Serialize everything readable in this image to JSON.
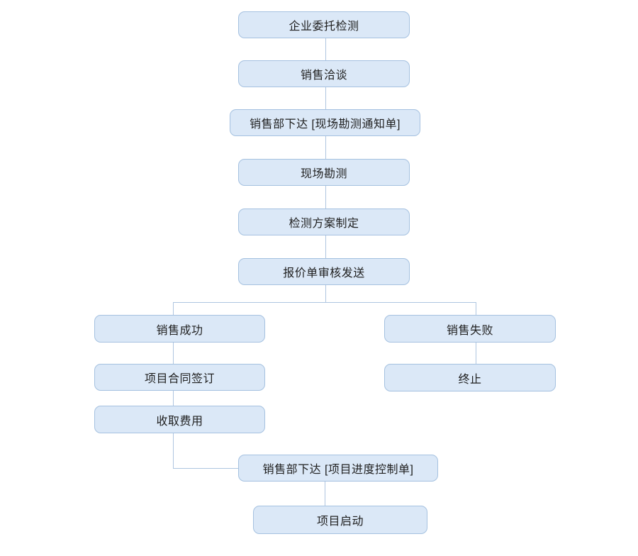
{
  "diagram": {
    "type": "flowchart",
    "colors": {
      "node_fill": "#dbe8f7",
      "node_border": "#a5c1e0",
      "connector": "#aec5e0",
      "text": "#1f1f1f",
      "background": "#ffffff"
    },
    "nodes": [
      {
        "id": "entrust",
        "label": "企业委托检测"
      },
      {
        "id": "sales-talk",
        "label": "销售洽谈"
      },
      {
        "id": "survey-notice",
        "label": "销售部下达 [现场勘测通知单]"
      },
      {
        "id": "site-survey",
        "label": "现场勘测"
      },
      {
        "id": "test-plan",
        "label": "检测方案制定"
      },
      {
        "id": "quotation",
        "label": "报价单审核发送"
      },
      {
        "id": "sales-success",
        "label": "销售成功"
      },
      {
        "id": "contract-sign",
        "label": "项目合同签订"
      },
      {
        "id": "collect-fees",
        "label": "收取费用"
      },
      {
        "id": "sales-failure",
        "label": "销售失败"
      },
      {
        "id": "terminate",
        "label": "终止"
      },
      {
        "id": "progress-control",
        "label": "销售部下达 [项目进度控制单]"
      },
      {
        "id": "project-start",
        "label": "项目启动"
      }
    ],
    "edges": [
      {
        "from": "entrust",
        "to": "sales-talk"
      },
      {
        "from": "sales-talk",
        "to": "survey-notice"
      },
      {
        "from": "survey-notice",
        "to": "site-survey"
      },
      {
        "from": "site-survey",
        "to": "test-plan"
      },
      {
        "from": "test-plan",
        "to": "quotation"
      },
      {
        "from": "quotation",
        "to": "sales-success"
      },
      {
        "from": "quotation",
        "to": "sales-failure"
      },
      {
        "from": "sales-success",
        "to": "contract-sign"
      },
      {
        "from": "contract-sign",
        "to": "collect-fees"
      },
      {
        "from": "collect-fees",
        "to": "progress-control"
      },
      {
        "from": "sales-failure",
        "to": "terminate"
      },
      {
        "from": "progress-control",
        "to": "project-start"
      }
    ]
  }
}
